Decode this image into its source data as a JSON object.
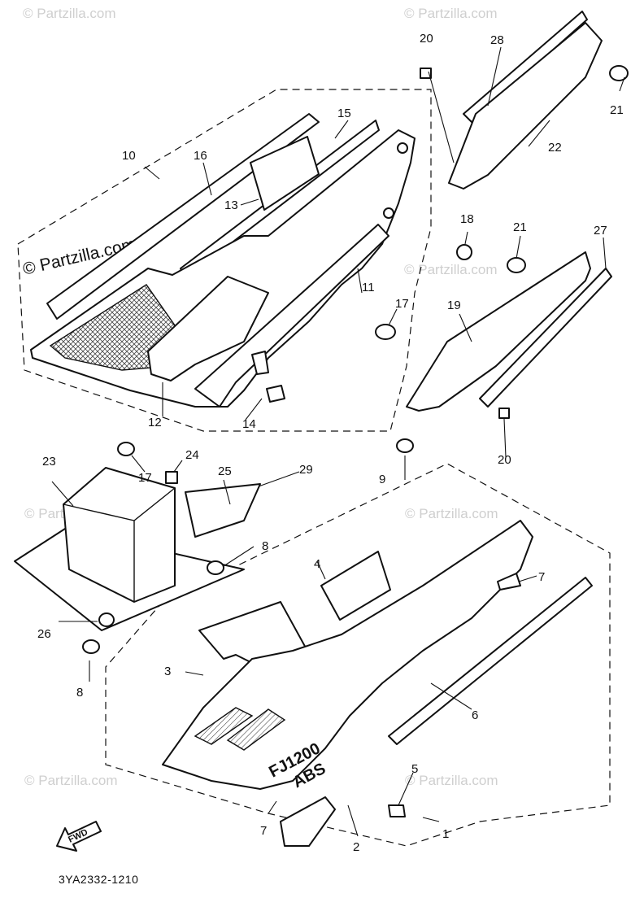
{
  "watermark": {
    "corner_text": "© Partzilla.com",
    "main_text": "© Partzilla.com"
  },
  "diagram_code": "3YA2332-1210",
  "badge": {
    "model": "FJ1200",
    "sub": "ABS"
  },
  "fwd_arrow": "FWD",
  "callouts": {
    "c1": "1",
    "c2": "2",
    "c3": "3",
    "c4": "4",
    "c5": "5",
    "c6": "6",
    "c7a": "7",
    "c7b": "7",
    "c8a": "8",
    "c8b": "8",
    "c9": "9",
    "c10": "10",
    "c11": "11",
    "c12": "12",
    "c13": "13",
    "c14": "14",
    "c15": "15",
    "c16": "16",
    "c17a": "17",
    "c17b": "17",
    "c18": "18",
    "c19": "19",
    "c20a": "20",
    "c20b": "20",
    "c21a": "21",
    "c21b": "21",
    "c22": "22",
    "c23": "23",
    "c24": "24",
    "c25": "25",
    "c26": "26",
    "c27": "27",
    "c28": "28",
    "c29": "29"
  }
}
